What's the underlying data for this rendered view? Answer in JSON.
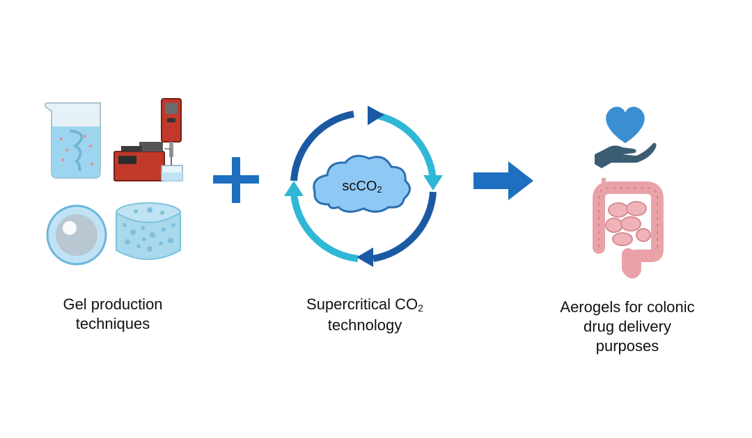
{
  "left": {
    "caption_line1": "Gel production",
    "caption_line2": "techniques"
  },
  "middle": {
    "cloud_label_main": "scCO",
    "cloud_label_sub": "2",
    "caption_line1_main": "Supercritical CO",
    "caption_line1_sub": "2",
    "caption_line2": "technology"
  },
  "right": {
    "caption_line1": "Aerogels for colonic",
    "caption_line2": "drug delivery",
    "caption_line3": "purposes"
  },
  "colors": {
    "plus": "#1f6fc0",
    "arrow": "#1f6fc0",
    "cycle_dark": "#1b5aa3",
    "cycle_light": "#2fb8d6",
    "cloud_fill": "#8ec8f4",
    "cloud_stroke": "#2b6fb0",
    "heart": "#3a8fd0",
    "hand": "#3a5d73",
    "colon": "#e9a3a8"
  }
}
